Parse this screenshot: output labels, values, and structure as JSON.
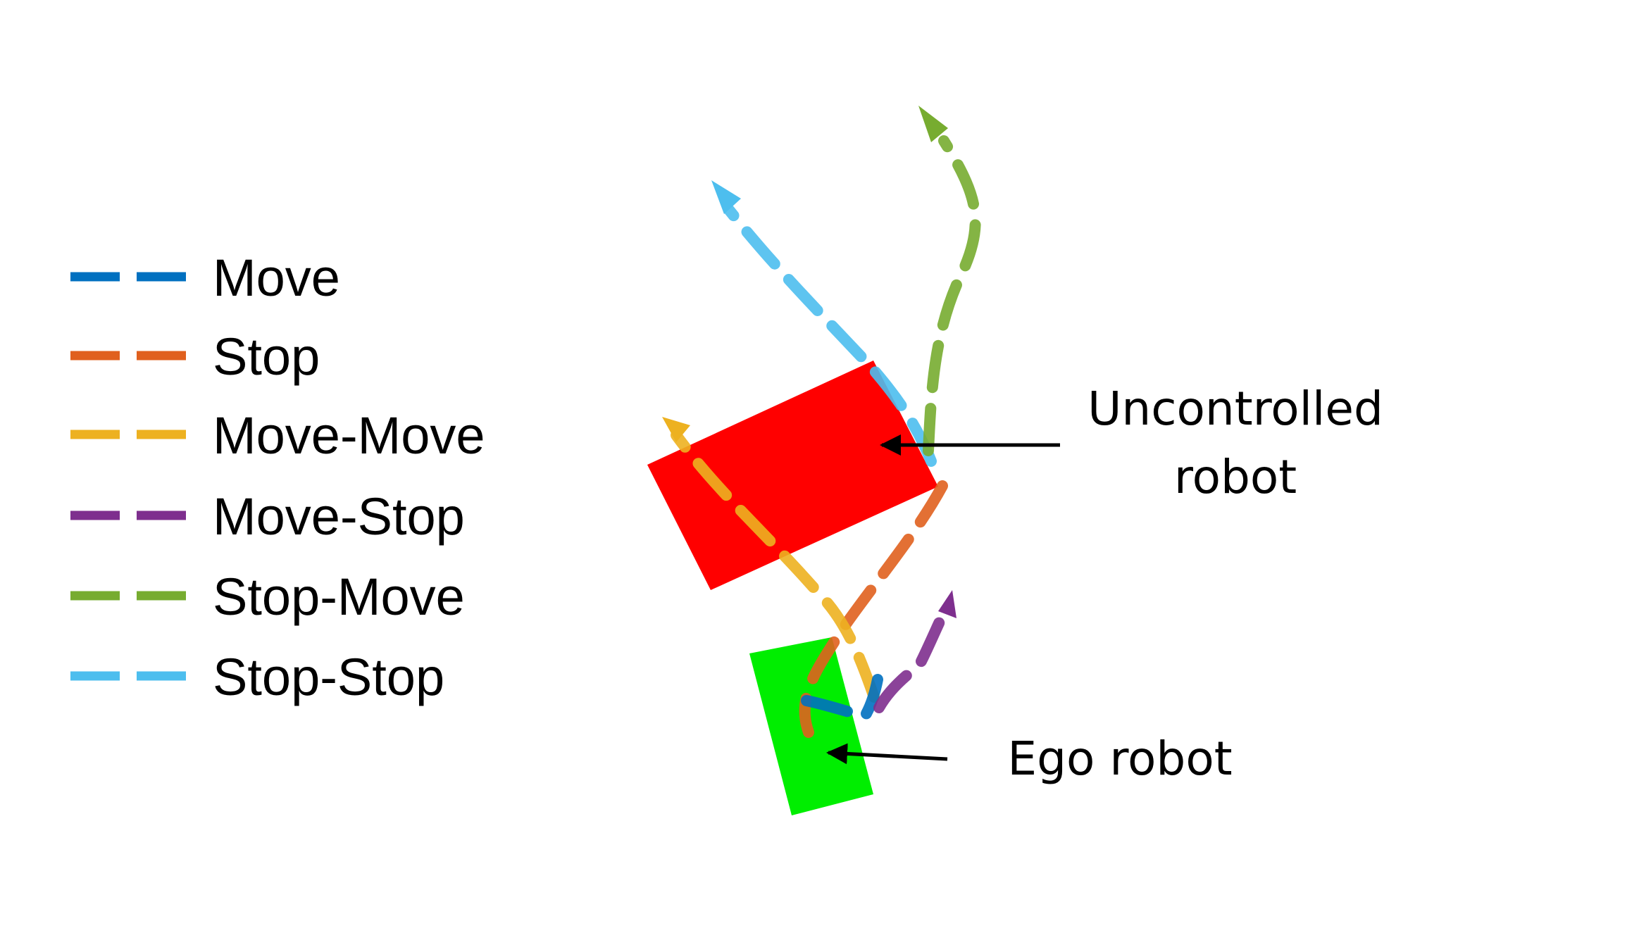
{
  "legend": {
    "items": [
      {
        "id": "move",
        "label": "Move",
        "color": "#0070C0"
      },
      {
        "id": "stop",
        "label": "Stop",
        "color": "#E0601E"
      },
      {
        "id": "move-move",
        "label": "Move-Move",
        "color": "#EDB120"
      },
      {
        "id": "move-stop",
        "label": "Move-Stop",
        "color": "#7E2F8E"
      },
      {
        "id": "stop-move",
        "label": "Stop-Move",
        "color": "#77AC30"
      },
      {
        "id": "stop-stop",
        "label": "Stop-Stop",
        "color": "#4DBEEE"
      }
    ]
  },
  "robots": {
    "uncontrolled": {
      "color": "#FF0000"
    },
    "ego": {
      "color": "#00EE00"
    }
  },
  "annotations": {
    "uncontrolled_line1": "Uncontrolled",
    "uncontrolled_line2": "robot",
    "ego": "Ego robot"
  }
}
